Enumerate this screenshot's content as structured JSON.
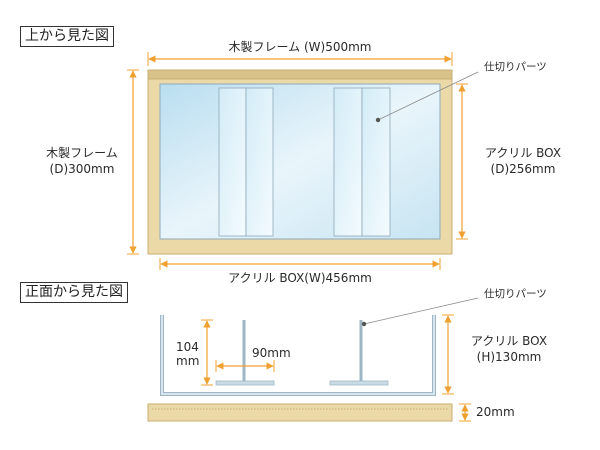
{
  "top_view": {
    "title": "上から見た図",
    "width_label": "木製フレーム (W)500mm",
    "depth_label_line1": "木製フレーム",
    "depth_label_line2": "(D)300mm",
    "acrylic_depth_line1": "アクリル BOX",
    "acrylic_depth_line2": "(D)256mm",
    "partition_label": "仕切りパーツ",
    "acrylic_width_label": "アクリル BOX(W)456mm"
  },
  "front_view": {
    "title": "正面から見た図",
    "partition_label": "仕切りパーツ",
    "height_partition_line1": "104",
    "height_partition_line2": "mm",
    "partition_width_label": "90mm",
    "acrylic_height_line1": "アクリル BOX",
    "acrylic_height_line2": "(H)130mm",
    "frame_height_label": "20mm"
  },
  "colors": {
    "wood": "#ecd9a8",
    "wood_edge": "#c9ae74",
    "acrylic": "#cfe6f3",
    "dimension": "#f0a030",
    "leader": "#888888"
  }
}
